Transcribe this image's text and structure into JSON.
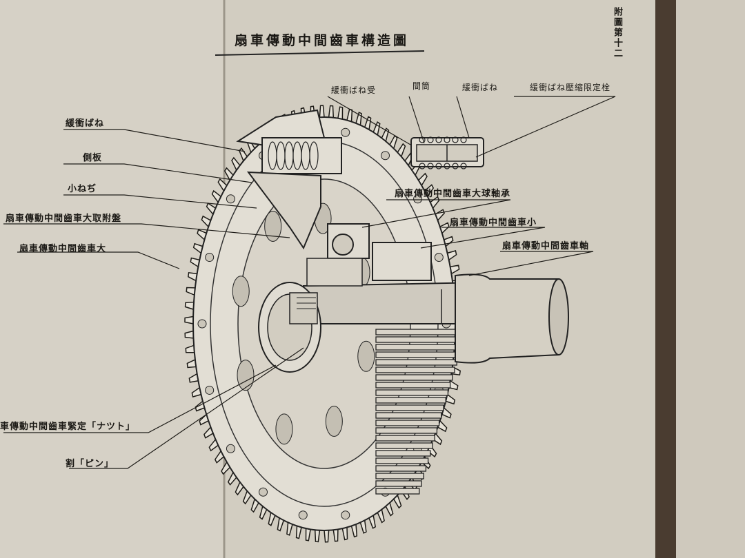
{
  "title": "扇車傳動中間齒車構造圖",
  "plate_number": "附圖第十二",
  "callouts_left": [
    "緩衝ばね",
    "側板",
    "小ねぢ",
    "扇車傳動中間齒車大取附盤",
    "扇車傳動中間齒車大",
    "車傳動中間齒車緊定「ナツト」",
    "割「ピン」"
  ],
  "callouts_right": [
    "扇車傳動中間齒車大球軸承",
    "扇車傳動中間齒車小",
    "扇車傳動中間齒車軸"
  ],
  "inset_labels": [
    "緩衝ばね受",
    "間筒",
    "緩衝ばね",
    "緩衝ばね壓縮限定栓"
  ],
  "colors": {
    "paper": "#d8d3c8",
    "paper_right": "#cfcabe",
    "ink": "#1c1a16"
  }
}
